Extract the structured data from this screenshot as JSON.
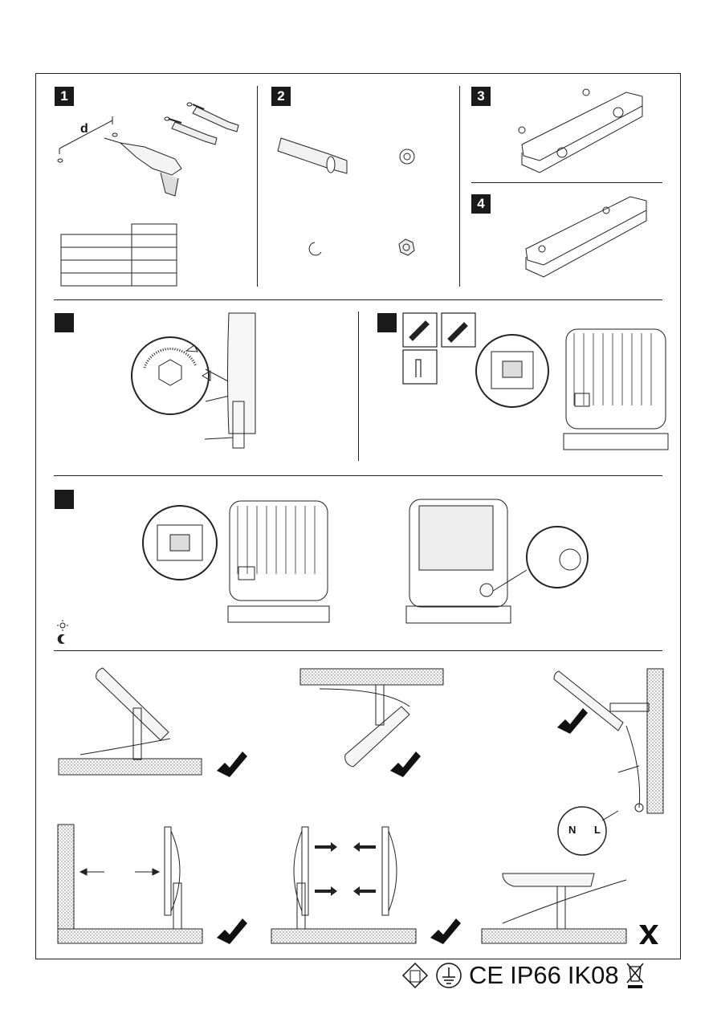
{
  "steps": {
    "step1": "1",
    "step2": "2",
    "step3": "3",
    "step4": "4"
  },
  "drill": {
    "distance_label": "d"
  },
  "certifications": {
    "ce": "CE",
    "ip_rating": "IP66",
    "ik_rating": "IK08"
  },
  "icons": {
    "knife": "knife-icon",
    "screwdriver": "screwdriver-icon",
    "finger": "finger-icon",
    "sun": "sun-icon",
    "moon": "moon-icon",
    "check": "checkmark-icon",
    "cross": "cross-icon",
    "ground": "ground-icon",
    "weee": "crossed-bin-icon",
    "class": "class-icon"
  },
  "colors": {
    "ink": "#1a1a1a",
    "hatch": "#888888"
  },
  "wiring": {
    "neutral": "N",
    "live": "L"
  }
}
